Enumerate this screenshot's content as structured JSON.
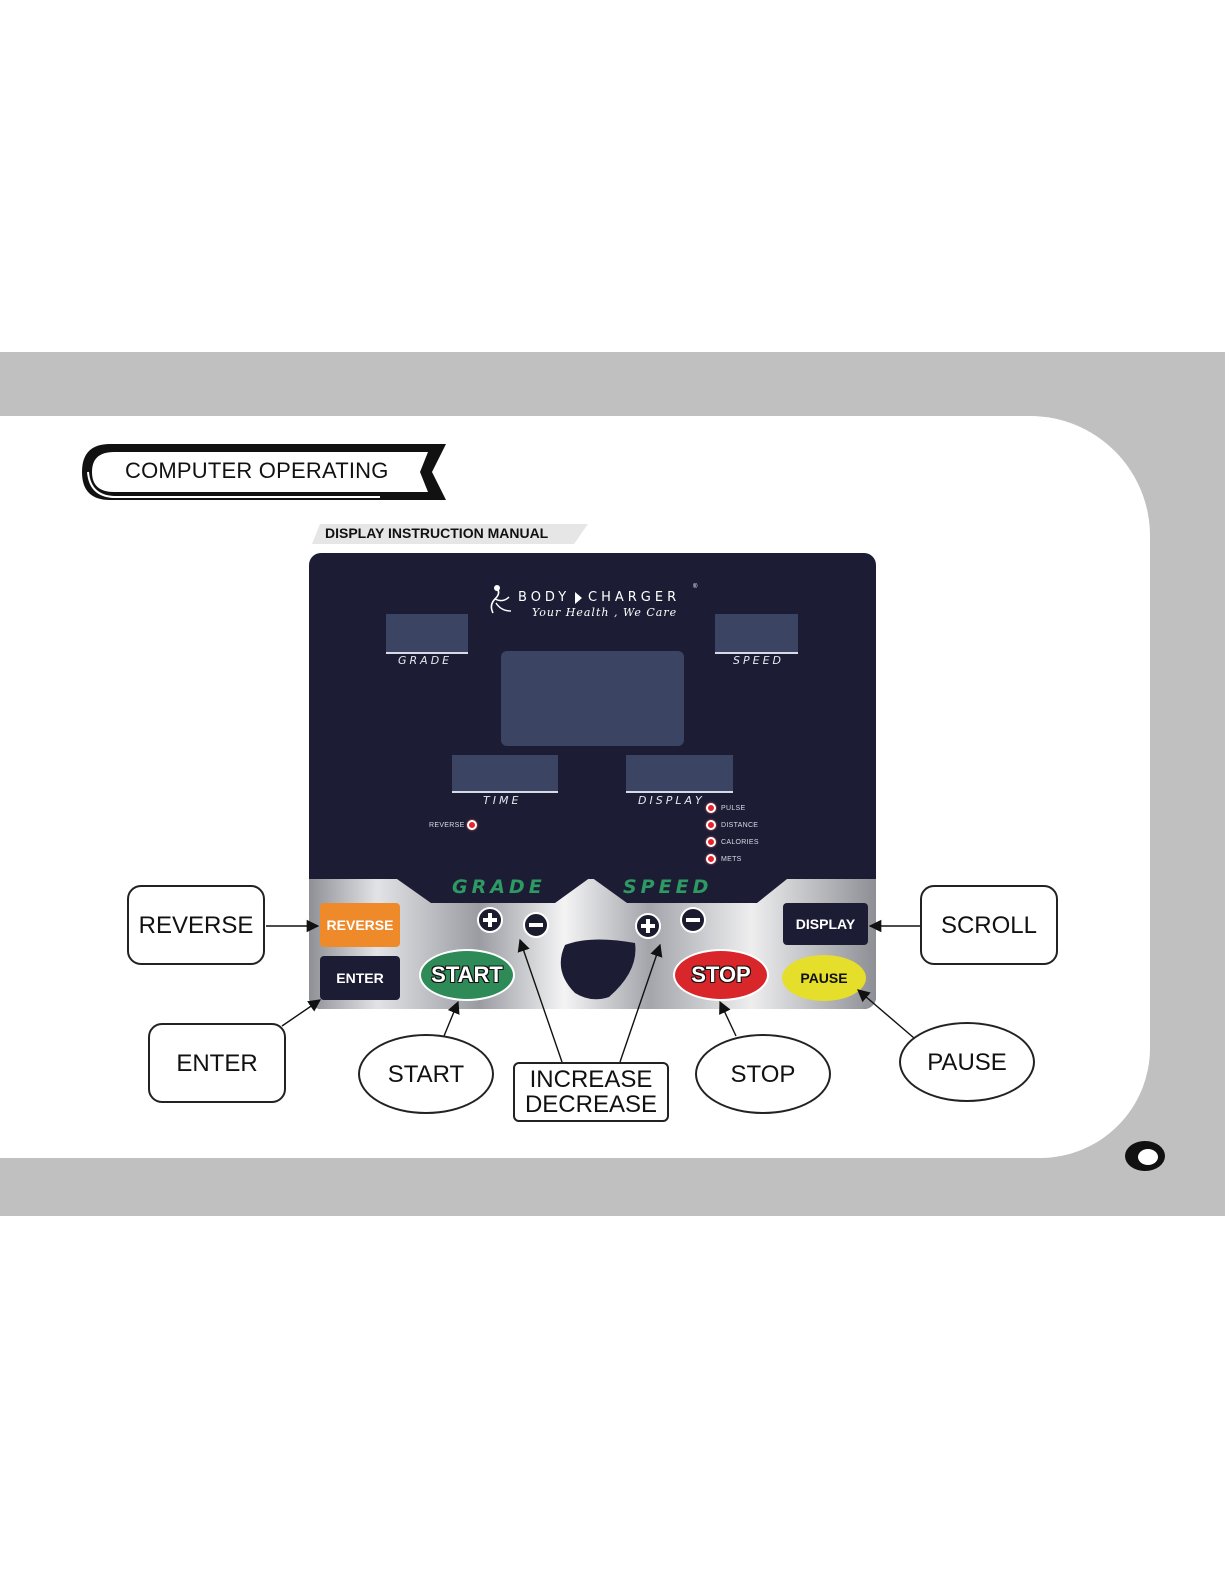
{
  "header": {
    "title": "COMPUTER OPERATING",
    "subtitle": "DISPLAY INSTRUCTION MANUAL"
  },
  "console": {
    "brand": "BODY",
    "brand2": "CHARGER",
    "tagline": "Your Health , We Care",
    "windows": {
      "grade": "GRADE",
      "speed": "SPEED",
      "time": "TIME",
      "display": "DISPLAY"
    },
    "indicators": {
      "reverse": "REVERSE",
      "pulse": "PULSE",
      "distance": "DISTANCE",
      "calories": "CALORIES",
      "mets": "METS"
    },
    "section_labels": {
      "grade": "GRADE",
      "speed": "SPEED"
    },
    "buttons": {
      "reverse": "REVERSE",
      "enter": "ENTER",
      "start": "START",
      "stop": "STOP",
      "display": "DISPLAY",
      "pause": "PAUSE"
    },
    "colors": {
      "panel": "#1c1d35",
      "reverse_button": "#ef8a2b",
      "start_button": "#2e8b57",
      "stop_button": "#d9262b",
      "pause_button": "#e5de2a",
      "label_green": "#2e9a63"
    }
  },
  "callouts": {
    "reverse": "REVERSE",
    "scroll": "SCROLL",
    "enter": "ENTER",
    "start": "START",
    "increase": "INCREASE",
    "decrease": "DECREASE",
    "stop": "STOP",
    "pause": "PAUSE"
  }
}
